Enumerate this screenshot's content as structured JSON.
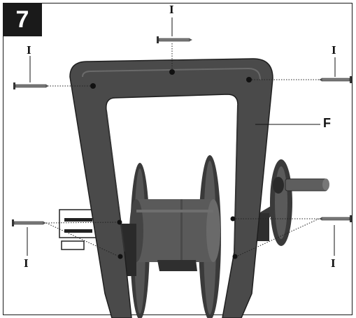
{
  "figure": {
    "step_number": "7",
    "labels": {
      "screw": "I",
      "frame": "F"
    },
    "colors": {
      "ink": "#1a1a1a",
      "frame_body": "#4a4a4a",
      "frame_shade": "#333333",
      "reel_drum": "#565656",
      "screw_metal": "#8a8a8a"
    }
  }
}
